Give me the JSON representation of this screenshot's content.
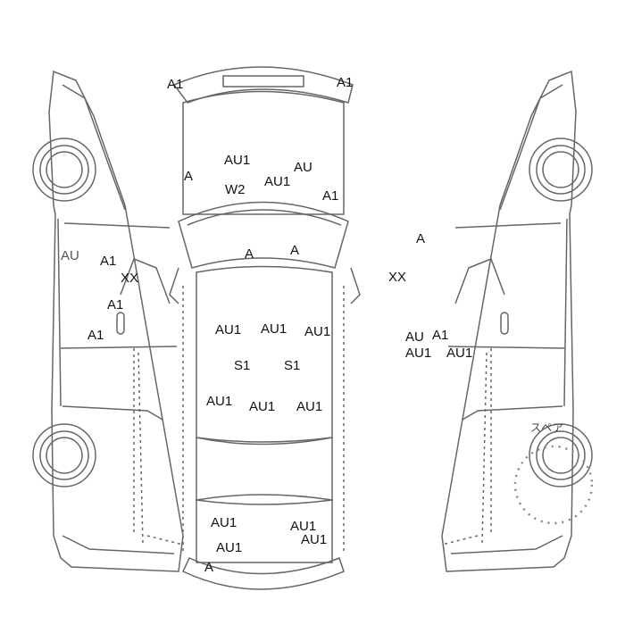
{
  "spare_tire": {
    "label": "スペア"
  },
  "marks": {
    "front_lip_left": "A1",
    "front_lip_right": "A1",
    "hood_a": "A",
    "hood_au1_top": "AU1",
    "hood_au": "AU",
    "hood_w2": "W2",
    "hood_au1_mid": "AU1",
    "hood_a1": "A1",
    "windshield_a_left": "A",
    "windshield_a_right": "A",
    "left_au": "AU",
    "left_a1_top": "A1",
    "left_xx": "XX",
    "left_a1_mid": "A1",
    "left_a1_low": "A1",
    "right_a": "A",
    "right_xx": "XX",
    "right_au": "AU",
    "right_a1": "A1",
    "right_au1_left": "AU1",
    "right_au1_right": "AU1",
    "roof_au1_1": "AU1",
    "roof_au1_2": "AU1",
    "roof_au1_3": "AU1",
    "roof_s1_left": "S1",
    "roof_s1_right": "S1",
    "roof_au1_4": "AU1",
    "roof_au1_5": "AU1",
    "roof_au1_6": "AU1",
    "trunk_au1_1": "AU1",
    "trunk_au1_2": "AU1",
    "trunk_au1_3": "AU1",
    "trunk_au1_4": "AU1",
    "rear_a": "A"
  }
}
